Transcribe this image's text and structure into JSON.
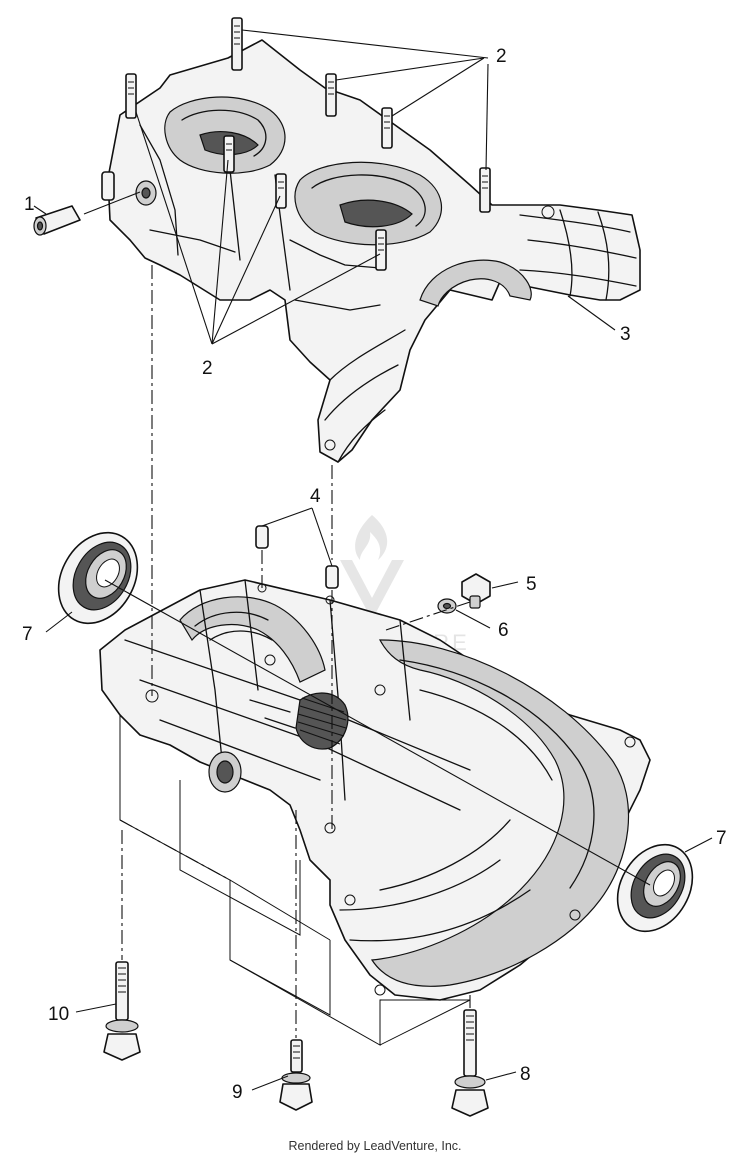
{
  "callouts": {
    "c1": "1",
    "c2_top": "2",
    "c2_bottom": "2",
    "c3": "3",
    "c4": "4",
    "c5": "5",
    "c6": "6",
    "c7_left": "7",
    "c7_right": "7",
    "c8": "8",
    "c9": "9",
    "c10": "10"
  },
  "watermark": "LEADVENTURE",
  "footer": "Rendered by LeadVenture, Inc."
}
